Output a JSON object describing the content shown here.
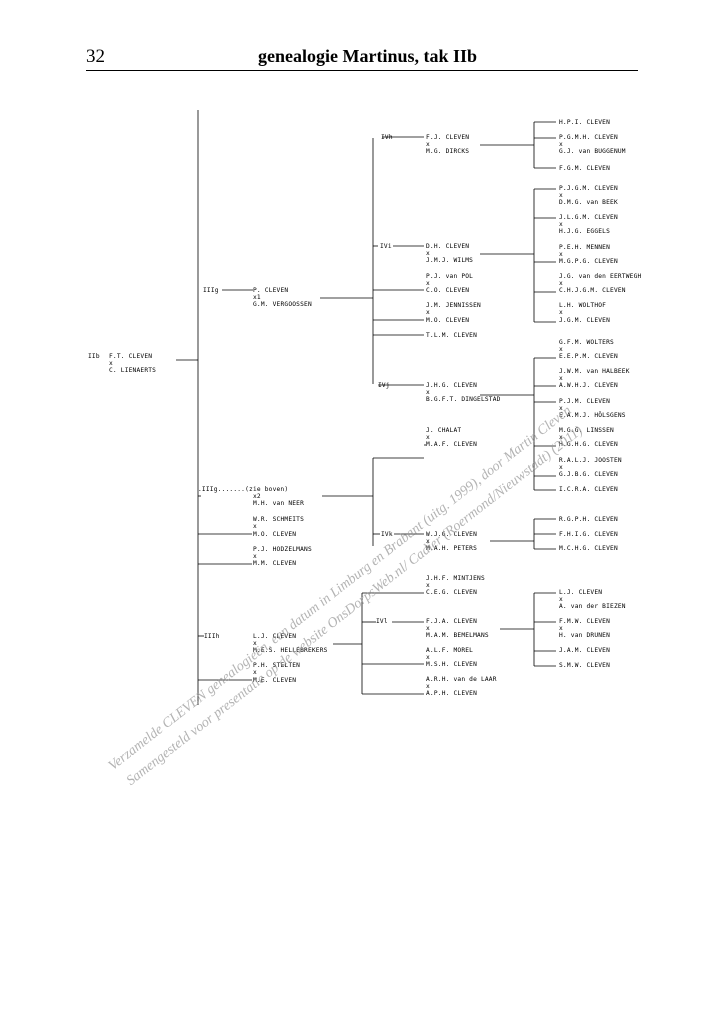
{
  "header": {
    "page_number": "32",
    "title": "genealogie Martinus, tak IIb"
  },
  "watermark": {
    "line1": "Verzamelde CLEVEN genealogieën, een datum in Limburg en Brabant (uitg. 1999), door Martin Cleven",
    "line2": "Samengesteld voor presentatie op de website OnsDorpsWeb.nl/ Cadier (Roermond/Nieuwstadt) (2011)"
  },
  "tree": {
    "root": {
      "label": "IIb",
      "p1": "F.T. CLEVEN",
      "x": "x",
      "p2": "C. LIENAERTS"
    },
    "IIIg": {
      "label": "IIIg",
      "p1": "P. CLEVEN",
      "x": "x1",
      "p2": "G.M. VERGOOSSEN"
    },
    "IVh": {
      "label": "IVh",
      "p1": "F.J. CLEVEN",
      "x": "x",
      "p2": "M.G. DIRCKS",
      "c1": "H.P.I. CLEVEN",
      "c2a": "P.G.M.H. CLEVEN",
      "c2x": "x",
      "c2b": "G.J. van BUGGENUM",
      "c3": "F.G.M. CLEVEN"
    },
    "IVi": {
      "label": "IVi",
      "p1": "D.H. CLEVEN",
      "x": "x",
      "p2": "J.M.J. WILMS",
      "c1a": "P.J.G.M. CLEVEN",
      "c1x": "x",
      "c1b": "D.M.G. van BEEK",
      "c2a": "J.L.G.M. CLEVEN",
      "c2x": "x",
      "c2b": "H.J.G. EGGELS",
      "c3a": "P.E.H. MENNEN",
      "c3x": "x",
      "c3b": "M.G.P.G. CLEVEN",
      "c4a": "J.G. van den EERTWEGH",
      "c4x": "x",
      "c4b": "C.H.J.G.M. CLEVEN",
      "c5a": "L.H. WOLTHOF",
      "c5x": "x",
      "c5b": "J.G.M. CLEVEN"
    },
    "iii_children": {
      "a1": "P.J. van POL",
      "ax": "x",
      "a2": "C.O. CLEVEN",
      "b1": "J.M. JENNISSEN",
      "bx": "x",
      "b2": "M.O. CLEVEN",
      "c": "T.L.M. CLEVEN"
    },
    "IVj": {
      "label": "IVj",
      "p1": "J.H.G. CLEVEN",
      "x": "x",
      "p2": "B.G.F.T. DINGELSTAD",
      "c1a": "G.F.M. WOLTERS",
      "c1x": "x",
      "c1b": "E.E.P.M. CLEVEN",
      "c2a": "J.W.M. van HALBEEK",
      "c2x": "x",
      "c2b": "A.W.H.J. CLEVEN",
      "c3a": "P.J.M. CLEVEN",
      "c3x": "x",
      "c3b": "E.A.M.J. HÖLSGENS",
      "c4a": "M.G.G. LINSSEN",
      "c4x": "x",
      "c4b": "H.G.H.G. CLEVEN",
      "c5a": "R.A.L.J. JOOSTEN",
      "c5x": "x",
      "c5b": "G.J.B.G. CLEVEN",
      "c6": "I.C.R.A. CLEVEN"
    },
    "ivj_sibling": {
      "a1": "J. CHALAT",
      "ax": "x",
      "a2": "M.A.F. CLEVEN"
    },
    "IIIg2": {
      "label": ".IIIg.......(zie boven)",
      "x": "x2",
      "p2": "M.H. van NEER",
      "a1": "W.R. SCHMEITS",
      "ax": "x",
      "a2": "M.O. CLEVEN",
      "b1": "P.J. HODZELMANS",
      "bx": "x",
      "b2": "M.M. CLEVEN"
    },
    "IVk": {
      "label": "IVk",
      "p1": "W.J.G. CLEVEN",
      "x": "x",
      "p2": "M.A.H. PETERS",
      "c1": "R.G.P.H. CLEVEN",
      "c2": "F.H.I.G. CLEVEN",
      "c3": "M.C.H.G. CLEVEN"
    },
    "IIIh": {
      "label": "IIIh",
      "p1": "L.J. CLEVEN",
      "x": "x",
      "p2": "M.E.S. HELLEBREKERS",
      "a1": "P.H. STELTEN",
      "ax": "x",
      "a2": "M.E. CLEVEN"
    },
    "IVl_siblings": {
      "a1": "J.H.F. MINTJENS",
      "ax": "x",
      "a2": "C.E.G. CLEVEN",
      "b1": "A.L.F. MOREL",
      "bx": "x",
      "b2": "M.S.H. CLEVEN",
      "c1": "A.R.H. van de LAAR",
      "cx": "x",
      "c2": "A.P.H. CLEVEN"
    },
    "IVl": {
      "label": "IVl",
      "p1": "F.J.A. CLEVEN",
      "x": "x",
      "p2": "M.A.M. BEMELMANS",
      "c1a": "L.J. CLEVEN",
      "c1x": "x",
      "c1b": "A. van der BIEZEN",
      "c2a": "F.M.W. CLEVEN",
      "c2x": "x",
      "c2b": "H. van DRUNEN",
      "c3": "J.A.M. CLEVEN",
      "c4": "S.M.W. CLEVEN"
    }
  }
}
